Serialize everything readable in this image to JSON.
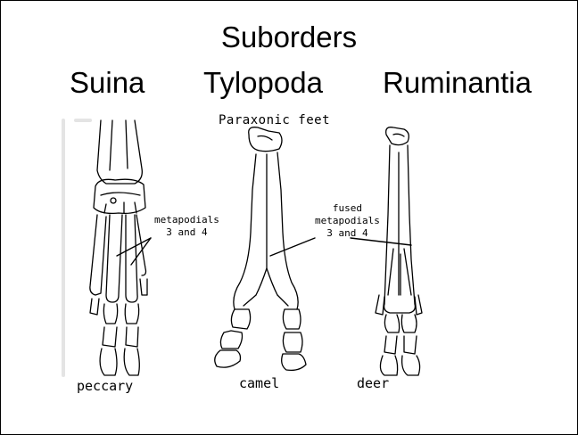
{
  "slide": {
    "title": "Suborders",
    "suborders": [
      "Suina",
      "Tylopoda",
      "Ruminantia"
    ]
  },
  "figure": {
    "heading": "Paraxonic feet",
    "metapodial_label": [
      "metapodials",
      "3 and 4"
    ],
    "fused_label": [
      "fused",
      "metapodials",
      "3 and 4"
    ],
    "animals": [
      "peccary",
      "camel",
      "deer"
    ]
  }
}
